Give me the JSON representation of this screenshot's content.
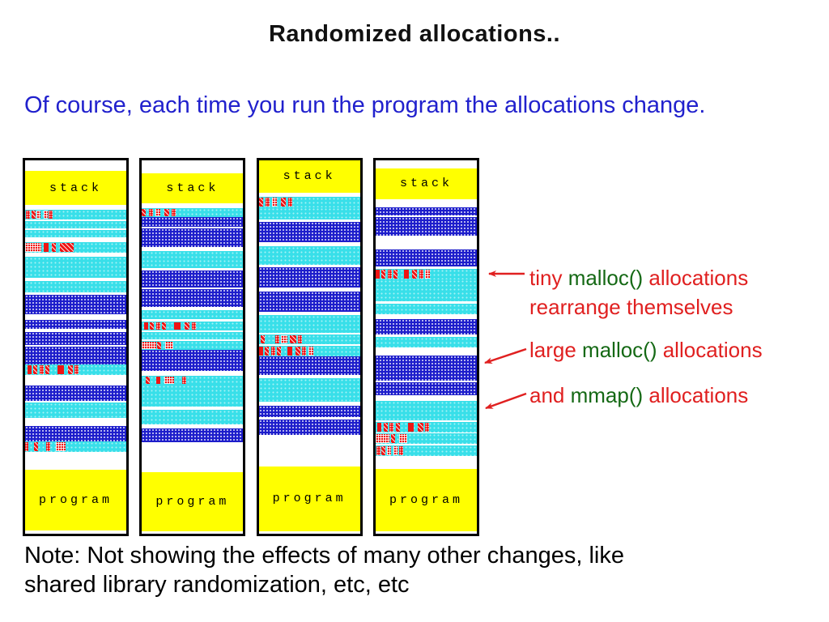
{
  "slide": {
    "title": "Randomized allocations..",
    "intro": "Of course, each time you run the program the allocations change.",
    "note_line1": "Note: Not showing the effects of many other changes, like",
    "note_line2": "shared library randomization, etc, etc"
  },
  "colors": {
    "blue_text": "#2121cd",
    "red_text": "#e02020",
    "green_text": "#156915",
    "yellow_block": "#ffff00",
    "cyan_band": "#38dfe9",
    "navy_band": "#1d1dcb",
    "red_chunk": "#ee1414"
  },
  "annotations": [
    {
      "id": "tiny",
      "lines": [
        [
          {
            "t": "tiny ",
            "c": "red"
          },
          {
            "t": "malloc()",
            "c": "green"
          },
          {
            "t": " allocations",
            "c": "red"
          }
        ],
        [
          {
            "t": "rearrange themselves",
            "c": "red"
          }
        ]
      ]
    },
    {
      "id": "large",
      "lines": [
        [
          {
            "t": "large ",
            "c": "red"
          },
          {
            "t": "malloc()",
            "c": "green"
          },
          {
            "t": " allocations",
            "c": "red"
          }
        ]
      ]
    },
    {
      "id": "mmap",
      "lines": [
        [
          {
            "t": "and ",
            "c": "red"
          },
          {
            "t": "mmap()",
            "c": "green"
          },
          {
            "t": " allocations",
            "c": "red"
          }
        ]
      ]
    }
  ],
  "figure": {
    "labels": {
      "stack": "stack",
      "program": "program"
    },
    "band_types": {
      "white": "unallocated gap",
      "cyan": "mmap allocation",
      "navy": "large malloc allocation",
      "tiny": "tiny malloc allocations row",
      "stack": "stack region",
      "program": "program image"
    },
    "columns": [
      {
        "bands": [
          {
            "t": "white",
            "h": 12
          },
          {
            "t": "stack",
            "h": 38
          },
          {
            "t": "white",
            "h": 5
          },
          {
            "t": "tiny",
            "h": 11,
            "c": "g1,d4,g1,x4,g1,h4,g3,h4,g1,d4,g72"
          },
          {
            "t": "white",
            "h": 2
          },
          {
            "t": "cyan",
            "h": 8
          },
          {
            "t": "white",
            "h": 2
          },
          {
            "t": "cyan",
            "h": 8
          },
          {
            "t": "white",
            "h": 6
          },
          {
            "t": "tiny",
            "h": 12,
            "c": "h16,g2,s5,g3,x4,g4,x14,g52"
          },
          {
            "t": "white",
            "h": 4
          },
          {
            "t": "cyan",
            "h": 24
          },
          {
            "t": "white",
            "h": 3
          },
          {
            "t": "cyan",
            "h": 13
          },
          {
            "t": "white",
            "h": 3
          },
          {
            "t": "navy",
            "h": 22
          },
          {
            "t": "white",
            "h": 6
          },
          {
            "t": "navy",
            "h": 10
          },
          {
            "t": "white",
            "h": 4
          },
          {
            "t": "navy",
            "h": 14
          },
          {
            "t": "white",
            "h": 2
          },
          {
            "t": "navy",
            "h": 20
          },
          {
            "t": "tiny",
            "h": 12,
            "c": "g2,s4,g2,x4,g2,d4,g2,x4,g8,s6,g4,x5,g2,d4,g47"
          },
          {
            "t": "white",
            "h": 12
          },
          {
            "t": "navy",
            "h": 17
          },
          {
            "t": "white",
            "h": 2
          },
          {
            "t": "cyan",
            "h": 17
          },
          {
            "t": "white",
            "h": 9
          },
          {
            "t": "navy",
            "h": 17
          },
          {
            "t": "tiny",
            "h": 12,
            "c": "d3,g6,x4,g8,d4,g5,h10,g60"
          },
          {
            "t": "white",
            "h": 20
          },
          {
            "t": "program",
            "h": 68
          },
          {
            "t": "white",
            "h": 4
          }
        ]
      },
      {
        "bands": [
          {
            "t": "white",
            "h": 15
          },
          {
            "t": "stack",
            "h": 36
          },
          {
            "t": "white",
            "h": 5
          },
          {
            "t": "tiny",
            "h": 11,
            "c": "x4,g3,d4,g2,h5,g4,x5,g2,d4,g66"
          },
          {
            "t": "navy",
            "h": 11
          },
          {
            "t": "white",
            "h": 2
          },
          {
            "t": "navy",
            "h": 22
          },
          {
            "t": "white",
            "h": 5
          },
          {
            "t": "cyan",
            "h": 20
          },
          {
            "t": "white",
            "h": 3
          },
          {
            "t": "navy",
            "h": 20
          },
          {
            "t": "white",
            "h": 2
          },
          {
            "t": "navy",
            "h": 21
          },
          {
            "t": "white",
            "h": 4
          },
          {
            "t": "cyan",
            "h": 10
          },
          {
            "t": "white",
            "h": 3
          },
          {
            "t": "tiny",
            "h": 11,
            "c": "g2,s4,g2,x4,g2,d4,g2,x4,g8,s6,g4,x5,g2,d4,g47"
          },
          {
            "t": "white",
            "h": 2
          },
          {
            "t": "cyan",
            "h": 8
          },
          {
            "t": "white",
            "h": 2
          },
          {
            "t": "tiny",
            "h": 11,
            "c": "h14,g1,x4,g4,h8,g69"
          },
          {
            "t": "navy",
            "h": 25
          },
          {
            "t": "white",
            "h": 5
          },
          {
            "t": "tiny",
            "h": 11,
            "c": "g4,x4,g6,s4,g4,h10,g8,d4,g56"
          },
          {
            "t": "cyan",
            "h": 26
          },
          {
            "t": "white",
            "h": 4
          },
          {
            "t": "cyan",
            "h": 17
          },
          {
            "t": "white",
            "h": 5
          },
          {
            "t": "navy",
            "h": 16
          },
          {
            "t": "white",
            "h": 35
          },
          {
            "t": "program",
            "h": 70
          },
          {
            "t": "white",
            "h": 3
          }
        ]
      },
      {
        "bands": [
          {
            "t": "stack",
            "h": 36
          },
          {
            "t": "white",
            "h": 5
          },
          {
            "t": "tiny",
            "h": 11,
            "c": "x4,g3,d4,g2,h5,g4,x5,g2,d4,g66"
          },
          {
            "t": "cyan",
            "h": 14
          },
          {
            "t": "white",
            "h": 3
          },
          {
            "t": "navy",
            "h": 22
          },
          {
            "t": "white",
            "h": 5
          },
          {
            "t": "cyan",
            "h": 20
          },
          {
            "t": "white",
            "h": 3
          },
          {
            "t": "navy",
            "h": 23
          },
          {
            "t": "white",
            "h": 4
          },
          {
            "t": "navy",
            "h": 23
          },
          {
            "t": "white",
            "h": 3
          },
          {
            "t": "cyan",
            "h": 20
          },
          {
            "t": "white",
            "h": 2
          },
          {
            "t": "tiny",
            "h": 11,
            "c": "g2,x4,g10,d4,g2,h6,g3,x6,g2,d4,g57"
          },
          {
            "t": "white",
            "h": 2
          },
          {
            "t": "tiny",
            "h": 11,
            "c": "s4,g2,x4,g2,d4,g2,x4,g6,s5,g3,x5,g2,d4,g2,h5,g46"
          },
          {
            "t": "navy",
            "h": 21
          },
          {
            "t": "white",
            "h": 4
          },
          {
            "t": "cyan",
            "h": 26
          },
          {
            "t": "white",
            "h": 4
          },
          {
            "t": "navy",
            "h": 13
          },
          {
            "t": "white",
            "h": 3
          },
          {
            "t": "navy",
            "h": 17
          },
          {
            "t": "white",
            "h": 35
          },
          {
            "t": "program",
            "h": 72
          },
          {
            "t": "white",
            "h": 3
          }
        ]
      },
      {
        "bands": [
          {
            "t": "white",
            "h": 9
          },
          {
            "t": "stack",
            "h": 36
          },
          {
            "t": "white",
            "h": 9
          },
          {
            "t": "navy",
            "h": 10
          },
          {
            "t": "white",
            "h": 2
          },
          {
            "t": "navy",
            "h": 21
          },
          {
            "t": "white",
            "h": 16
          },
          {
            "t": "navy",
            "h": 20
          },
          {
            "t": "white",
            "h": 3
          },
          {
            "t": "tiny",
            "h": 12,
            "c": "s4,g2,x4,g2,d4,g2,x4,g6,s5,g3,x5,g2,d4,g2,h5,g46"
          },
          {
            "t": "cyan",
            "h": 25
          },
          {
            "t": "white",
            "h": 3
          },
          {
            "t": "cyan",
            "h": 12
          },
          {
            "t": "white",
            "h": 6
          },
          {
            "t": "navy",
            "h": 17
          },
          {
            "t": "white",
            "h": 3
          },
          {
            "t": "cyan",
            "h": 12
          },
          {
            "t": "white",
            "h": 10
          },
          {
            "t": "navy",
            "h": 29
          },
          {
            "t": "white",
            "h": 2
          },
          {
            "t": "navy",
            "h": 15
          },
          {
            "t": "white",
            "h": 6
          },
          {
            "t": "cyan",
            "h": 23
          },
          {
            "t": "white",
            "h": 2
          },
          {
            "t": "tiny",
            "h": 12,
            "c": "g2,s4,g2,x4,g2,d4,g2,x4,g8,s6,g4,x5,g2,d4,g47"
          },
          {
            "t": "white",
            "h": 1
          },
          {
            "t": "tiny",
            "h": 12,
            "c": "h14,g1,x4,g4,h8,g69"
          },
          {
            "t": "white",
            "h": 2
          },
          {
            "t": "tiny",
            "h": 12,
            "c": "g1,d4,g1,x4,g1,h4,g3,h4,g1,d4,g72"
          },
          {
            "t": "white",
            "h": 15
          },
          {
            "t": "program",
            "h": 72
          },
          {
            "t": "white",
            "h": 3
          }
        ]
      }
    ]
  }
}
